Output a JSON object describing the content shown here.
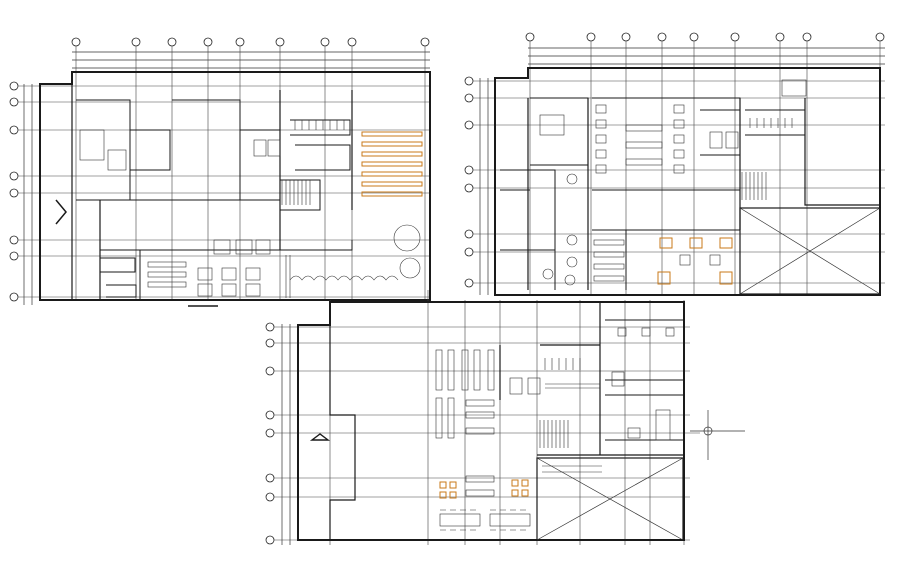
{
  "drawing": {
    "background": "#ffffff",
    "line_color": "#1a1a1a",
    "accent_color": "#c87a1a"
  },
  "plans": [
    {
      "id": "plan-top-left"
    },
    {
      "id": "plan-top-right"
    },
    {
      "id": "plan-bottom"
    }
  ]
}
